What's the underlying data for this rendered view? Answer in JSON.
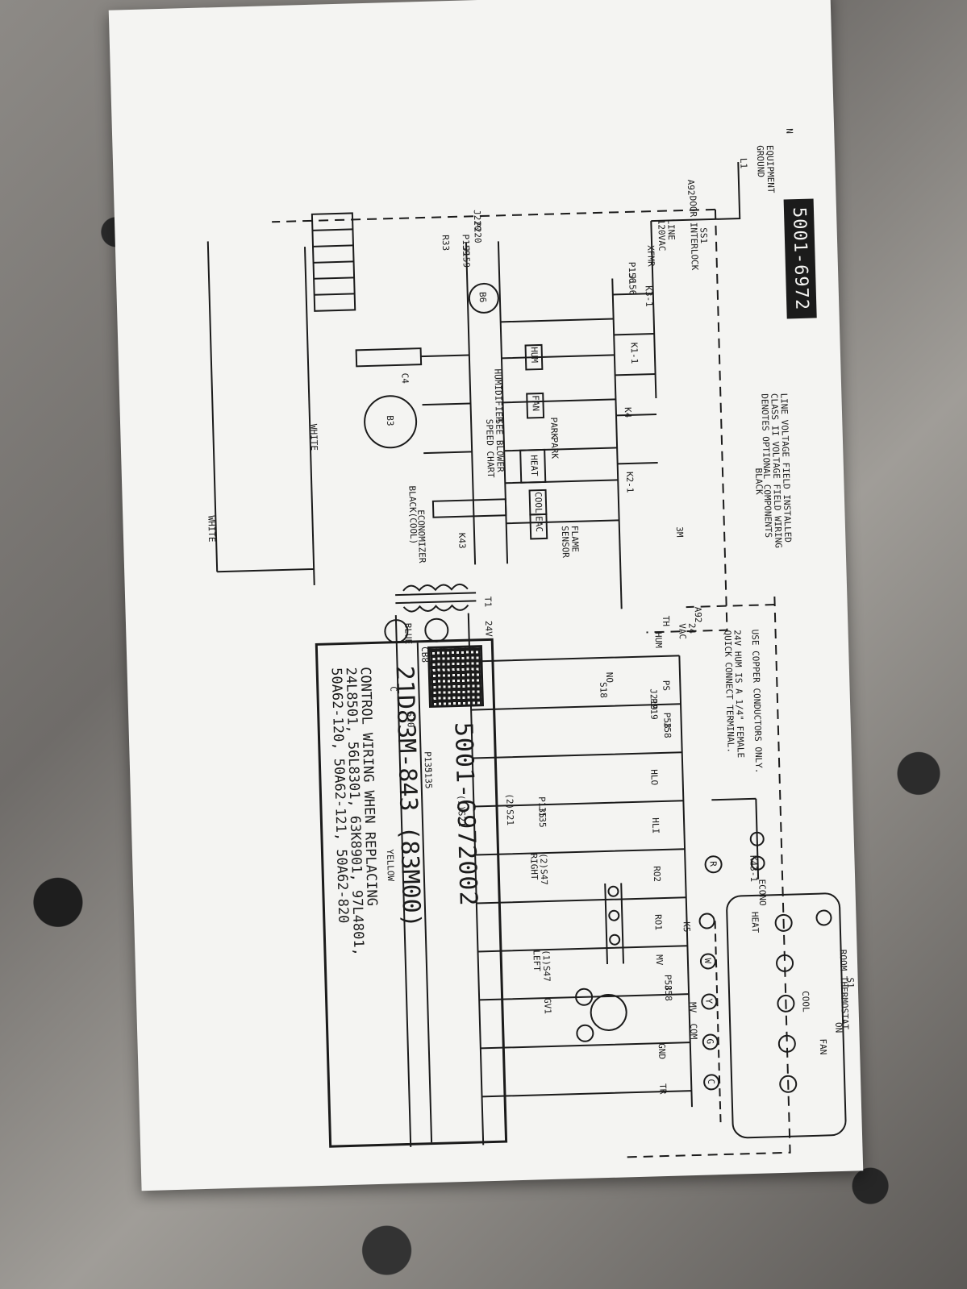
{
  "header": {
    "part_number": "5001-6972"
  },
  "legend": {
    "line1": "LINE VOLTAGE FIELD INSTALLED",
    "line2": "CLASS II VOLTAGE FIELD WIRING",
    "line3": "DENOTES OPTIONAL COMPONENTS"
  },
  "notes": {
    "note1": "USE COPPER CONDUCTORS ONLY.",
    "note2a": "24V HUM IS A 1/4\" FEMALE",
    "note2b": "QUICK CONNECT TERMINAL."
  },
  "labels": {
    "ss1": "SS1",
    "door_interlock": "DOOR INTERLOCK",
    "line_120": "LINE\n120VAC",
    "xfmr": "XFMR",
    "l1": "L1",
    "n": "N",
    "a92": "A92",
    "k3": "K3-1",
    "k1": "K1-1",
    "k4": "K4",
    "k2": "K2-1",
    "hum": "HUM",
    "fan": "FAN",
    "heat": "HEAT",
    "cool": "COOL",
    "eac": "EAC",
    "park1": "PARK",
    "park2": "PARK",
    "humidifier": "HUMIDIFIER",
    "see_blower": "SEE BLOWER\nSPEED CHART",
    "black_cool": "BLACK(COOL)",
    "black": "BLACK",
    "white1": "WHITE",
    "white2": "WHITE",
    "economizer": "ECONOMIZER",
    "k43": "K43",
    "flame_sensor": "FLAME\nSENSOR",
    "three_m": "3M",
    "b3": "B3",
    "b6": "B6",
    "c4": "C4",
    "r33": "R33",
    "j220": "J220",
    "p220": "P220",
    "p159": "P159",
    "j159": "J159",
    "p156": "P156",
    "j156": "J156",
    "equipment_ground": "EQUIPMENT\nGROUND",
    "t1": "T1",
    "v24": "24V",
    "blue": "BLUE",
    "yellow": "YELLOW",
    "cb8": "CB8",
    "th": "TH",
    "hum24": "HUM",
    "vac24": "24\nVAC",
    "ps": "PS",
    "s18": "S18",
    "no": "NO",
    "c": "C",
    "j219": "J219",
    "p219": "P219",
    "p58a": "P58",
    "j58a": "J58",
    "s10": "S10",
    "p135a": "P135",
    "j135a": "J135",
    "s21a": "(1)S21",
    "s21b": "(2)S21",
    "p135b": "P135",
    "j135b": "J135",
    "hlo": "HLO",
    "hli": "HLI",
    "s47r": "(2)S47\nRIGHT",
    "s47l": "(1)S47\nLEFT",
    "ro2": "RO2",
    "ro1": "RO1",
    "mv": "MV",
    "mvcom": "MV  COM",
    "gnd": "GND",
    "tr": "TR",
    "p58b": "P58",
    "j58b": "J58",
    "gv1": "GV1",
    "k5": "K5",
    "k43_1": "K43-1",
    "econo": "ECONO",
    "s1": "S1",
    "room_thermostat": "ROOM THERMOSTAT",
    "heat_t": "HEAT",
    "cool_t": "COOL",
    "fan_t": "FAN",
    "on_t": "ON",
    "term_r": "R",
    "term_w": "W",
    "term_y": "Y",
    "term_g": "G",
    "term_c": "C"
  },
  "title_block": {
    "model": "21D83M-843   (83M00)",
    "desc1": "CONTROL WIRING WHEN REPLACING",
    "desc2": "24L8501, 56L8301, 63K8901, 97L4801,",
    "desc3": "50A62-120, 50A62-121, 50A62-820",
    "code": "5001-6972002"
  }
}
